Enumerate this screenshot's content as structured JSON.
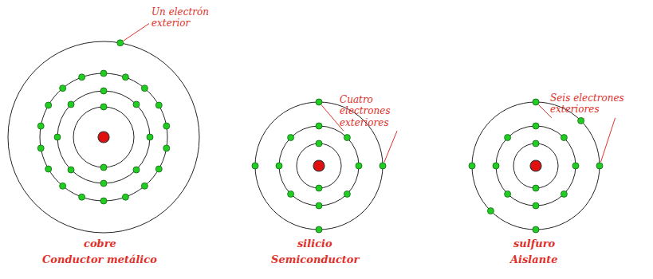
{
  "diagram": {
    "labels": [
      "Un electrón exterior",
      "Cuatro electrones exteriores",
      "Seis electrones exteriores",
      "cobre",
      "Conductor metálico",
      "silicio",
      "Semiconductor",
      "sulfuro",
      "Aislante"
    ]
  }
}
